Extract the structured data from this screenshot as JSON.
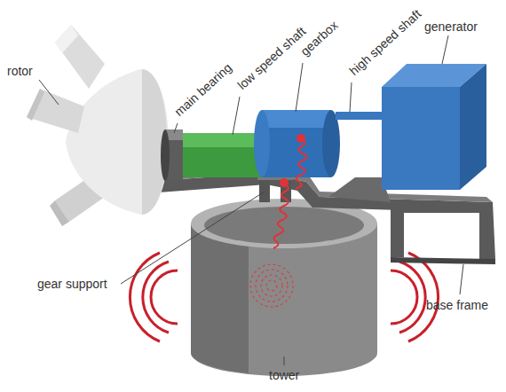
{
  "diagram": {
    "labels": [
      "rotor",
      "main bearing",
      "low speed shaft",
      "gearbox",
      "high speed shaft",
      "generator",
      "gear support",
      "base frame",
      "tower"
    ]
  }
}
